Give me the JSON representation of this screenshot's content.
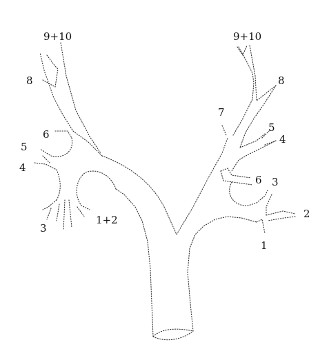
{
  "diagram": {
    "right_labels": {
      "seg_1": "1",
      "seg_2": "2",
      "seg_3": "3",
      "seg_4": "4",
      "seg_5": "5",
      "seg_6": "6",
      "seg_7": "7",
      "seg_8": "8",
      "seg_9_10": "9+10"
    },
    "left_labels": {
      "seg_1_2": "1+2",
      "seg_3": "3",
      "seg_4": "4",
      "seg_5": "5",
      "seg_6": "6",
      "seg_8": "8",
      "seg_9_10": "9+10"
    },
    "colors": {
      "outline": "#333333",
      "text": "#111111",
      "background": "#ffffff"
    }
  }
}
